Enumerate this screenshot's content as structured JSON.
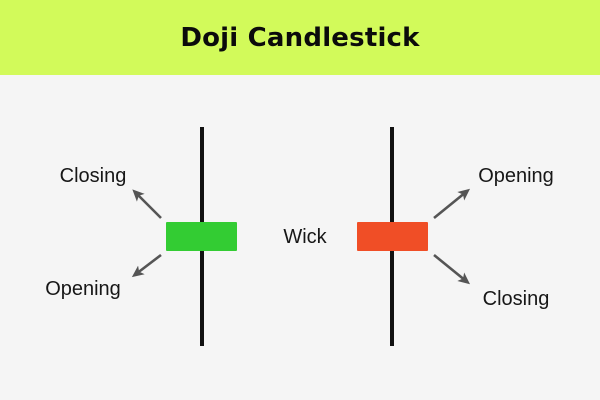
{
  "header": {
    "title": "Doji Candlestick",
    "background_color": "#d2fa5a",
    "text_color": "#0b0b0b"
  },
  "canvas": {
    "background_color": "#f5f5f5"
  },
  "chart_data": {
    "type": "diagram",
    "title": "Doji Candlestick",
    "subtitle": "",
    "xlabel": "",
    "ylabel": "",
    "description": "Two doji candlestick illustrations with annotated parts: a green (bullish) doji on the left and a red (bearish) doji on the right, each with a vertical wick and a thin horizontal body, plus a centered Wick label.",
    "colors": {
      "bullish_body": "#33cc33",
      "bearish_body": "#f04e26",
      "wick": "#111111",
      "arrow": "#555555",
      "banner": "#d2fa5a",
      "background": "#f5f5f5"
    },
    "candles": [
      {
        "name": "bullish-doji",
        "body_color": "#33cc33",
        "wick_color": "#111111",
        "annotations": [
          {
            "label": "Closing",
            "position": "upper-left"
          },
          {
            "label": "Opening",
            "position": "lower-left"
          }
        ]
      },
      {
        "name": "bearish-doji",
        "body_color": "#f04e26",
        "wick_color": "#111111",
        "annotations": [
          {
            "label": "Opening",
            "position": "upper-right"
          },
          {
            "label": "Closing",
            "position": "lower-right"
          }
        ]
      }
    ],
    "shared_annotations": [
      {
        "label": "Wick",
        "position": "center"
      }
    ]
  },
  "labels": {
    "closing_left": "Closing",
    "opening_left": "Opening",
    "wick_center": "Wick",
    "opening_right": "Opening",
    "closing_right": "Closing"
  },
  "icons": {
    "arrow_upper_left": "arrow-up-left-icon",
    "arrow_lower_left": "arrow-down-left-icon",
    "arrow_upper_right": "arrow-up-right-icon",
    "arrow_lower_right": "arrow-down-right-icon"
  }
}
